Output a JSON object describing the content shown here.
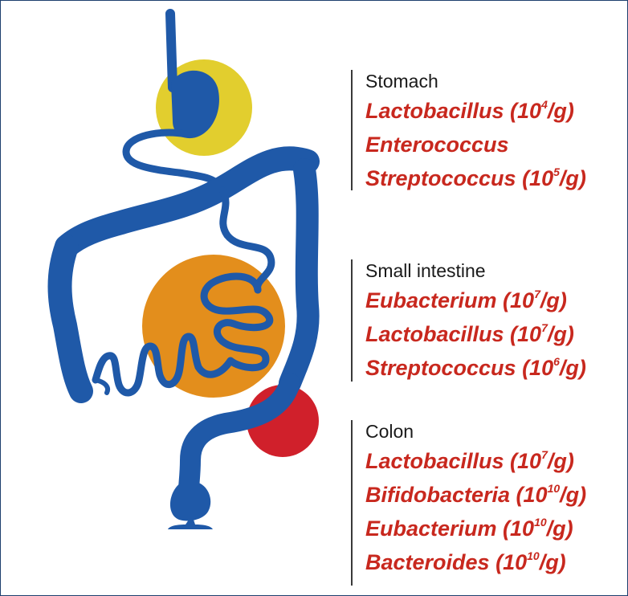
{
  "colors": {
    "tract": "#1f59a8",
    "stomach_zone": "#e2ce2e",
    "small_intestine_zone": "#e38e1c",
    "colon_zone": "#d0202b",
    "organism_text": "#c8281e",
    "region_text": "#1a1a1a",
    "frame": "#1d3f6e"
  },
  "regions": [
    {
      "id": "stomach",
      "name": "Stomach",
      "organisms": [
        {
          "genus": "Lactobacillus",
          "count_open": " (10",
          "exp": "4",
          "count_close": "/g)"
        },
        {
          "genus": "Enterococcus",
          "count_open": "",
          "exp": "",
          "count_close": ""
        },
        {
          "genus": "Streptococcus",
          "count_open": " (10",
          "exp": "5",
          "count_close": "/g)"
        }
      ]
    },
    {
      "id": "small",
      "name": "Small intestine",
      "organisms": [
        {
          "genus": "Eubacterium",
          "count_open": " (10",
          "exp": "7",
          "count_close": "/g)"
        },
        {
          "genus": "Lactobacillus",
          "count_open": " (10",
          "exp": "7",
          "count_close": "/g)"
        },
        {
          "genus": "Streptococcus",
          "count_open": " (10",
          "exp": "6",
          "count_close": "/g)"
        }
      ]
    },
    {
      "id": "colon",
      "name": "Colon",
      "organisms": [
        {
          "genus": "Lactobacillus",
          "count_open": " (10",
          "exp": "7",
          "count_close": "/g)"
        },
        {
          "genus": "Bifidobacteria",
          "count_open": " (10",
          "exp": "10",
          "count_close": "/g)"
        },
        {
          "genus": "Eubacterium",
          "count_open": " (10",
          "exp": "10",
          "count_close": "/g)"
        },
        {
          "genus": "Bacteroides",
          "count_open": " (10",
          "exp": "10",
          "count_close": "/g)"
        }
      ]
    }
  ]
}
